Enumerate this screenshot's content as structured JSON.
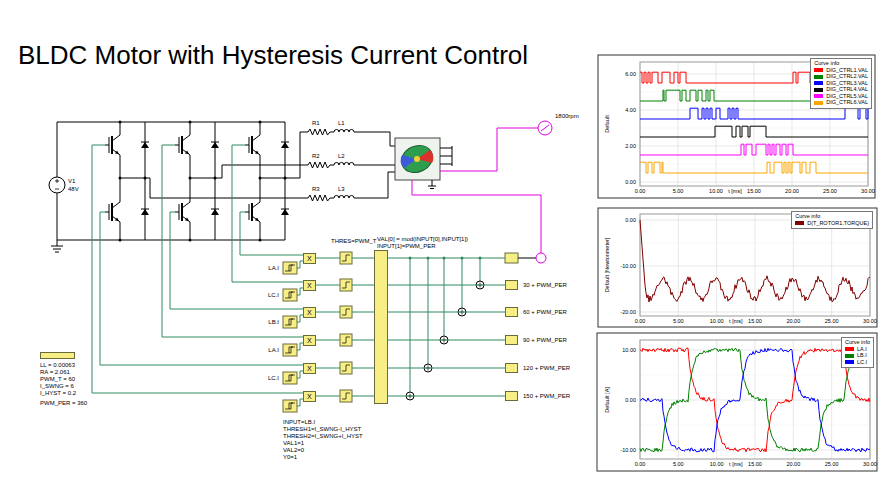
{
  "diagram": {
    "title": "BLDC Motor with Hysteresis Current Control",
    "nodes": [
      {
        "text": [
          "VAL[0] = mod(INPUT[0],INPUT[1])",
          "INPUT[1]=PWM_PER"
        ]
      },
      {
        "text": [
          "X"
        ]
      },
      {
        "text": [
          "X"
        ]
      },
      {
        "text": [
          "X"
        ]
      },
      {
        "text": [
          "X"
        ]
      },
      {
        "text": [
          "X"
        ]
      },
      {
        "text": [
          "X"
        ]
      },
      {
        "text": [
          "30 + PWM_PER"
        ]
      },
      {
        "text": [
          "60 + PWM_PER"
        ]
      },
      {
        "text": [
          "90 + PWM_PER"
        ]
      },
      {
        "text": [
          "120 + PWM_PER"
        ]
      },
      {
        "text": [
          "150 + PWM_PER"
        ]
      },
      {
        "text": [
          "LL = 0.00063",
          "RA = 2.061",
          "PWM_T = 60",
          "I_SWNG = 6",
          "I_HYST = 0.2",
          "PWM_PER = 360"
        ]
      }
    ],
    "edges": [
      {
        "from": 0,
        "to": 7,
        "arrow": "none"
      },
      {
        "from": 0,
        "to": 8,
        "arrow": "none"
      },
      {
        "from": 0,
        "to": 9,
        "arrow": "none"
      },
      {
        "from": 0,
        "to": 10,
        "arrow": "none"
      },
      {
        "from": 0,
        "to": 11,
        "arrow": "none"
      }
    ],
    "labels": [
      "V1",
      "48V",
      "R1",
      "L1",
      "R2",
      "L2",
      "R3",
      "L3",
      "1800rpm",
      "THRES=PWM_T",
      "LA.I",
      "LC.I",
      "LB.I",
      "LA.I",
      "LC.I",
      "INPUT=LB.I",
      "THRESH1=I_SWNG-I_HYST",
      "THRESH2=I_SWNG+I_HYST",
      "VAL1=1",
      "VAL2=0",
      "Y0=1",
      "6.00",
      "4.00",
      "2.00",
      "0.00",
      "0.00",
      "5.00",
      "10.00",
      "15.00",
      "20.00",
      "25.00",
      "30.00",
      "t [ms]",
      "Default",
      "Curve info",
      "0.00",
      "-10.00",
      "-20.00",
      "0.00",
      "5.00",
      "10.00",
      "15.00",
      "20.00",
      "25.00",
      "30.00",
      "t [ms]",
      "Default [Newtonmeter]",
      "Curve info",
      "10.00",
      "0.00",
      "-10.00",
      "0.00",
      "5.00",
      "10.00",
      "15.00",
      "20.00",
      "25.00",
      "30.00",
      "t [ms]",
      "Default [A]",
      "Curve info"
    ],
    "legend": [
      {
        "text": "DIG_CTRL1.VAL",
        "color": "#ff0000"
      },
      {
        "text": "DIG_CTRL2.VAL",
        "color": "#008000"
      },
      {
        "text": "DIG_CTRL3.VAL",
        "color": "#0000ff"
      },
      {
        "text": "DIG_CTRL4.VAL",
        "color": "#000000"
      },
      {
        "text": "DIG_CTRL5.VAL",
        "color": "#ff00ff"
      },
      {
        "text": "DIG_CTRL6.VAL",
        "color": "#ffa500"
      },
      {
        "text": "D(T_ROTOR1.TORQUE)",
        "color": "#800000"
      },
      {
        "text": "LA.I",
        "color": "#ff0000"
      },
      {
        "text": "LB.I",
        "color": "#008000"
      },
      {
        "text": "LC.I",
        "color": "#0000ff"
      }
    ]
  }
}
